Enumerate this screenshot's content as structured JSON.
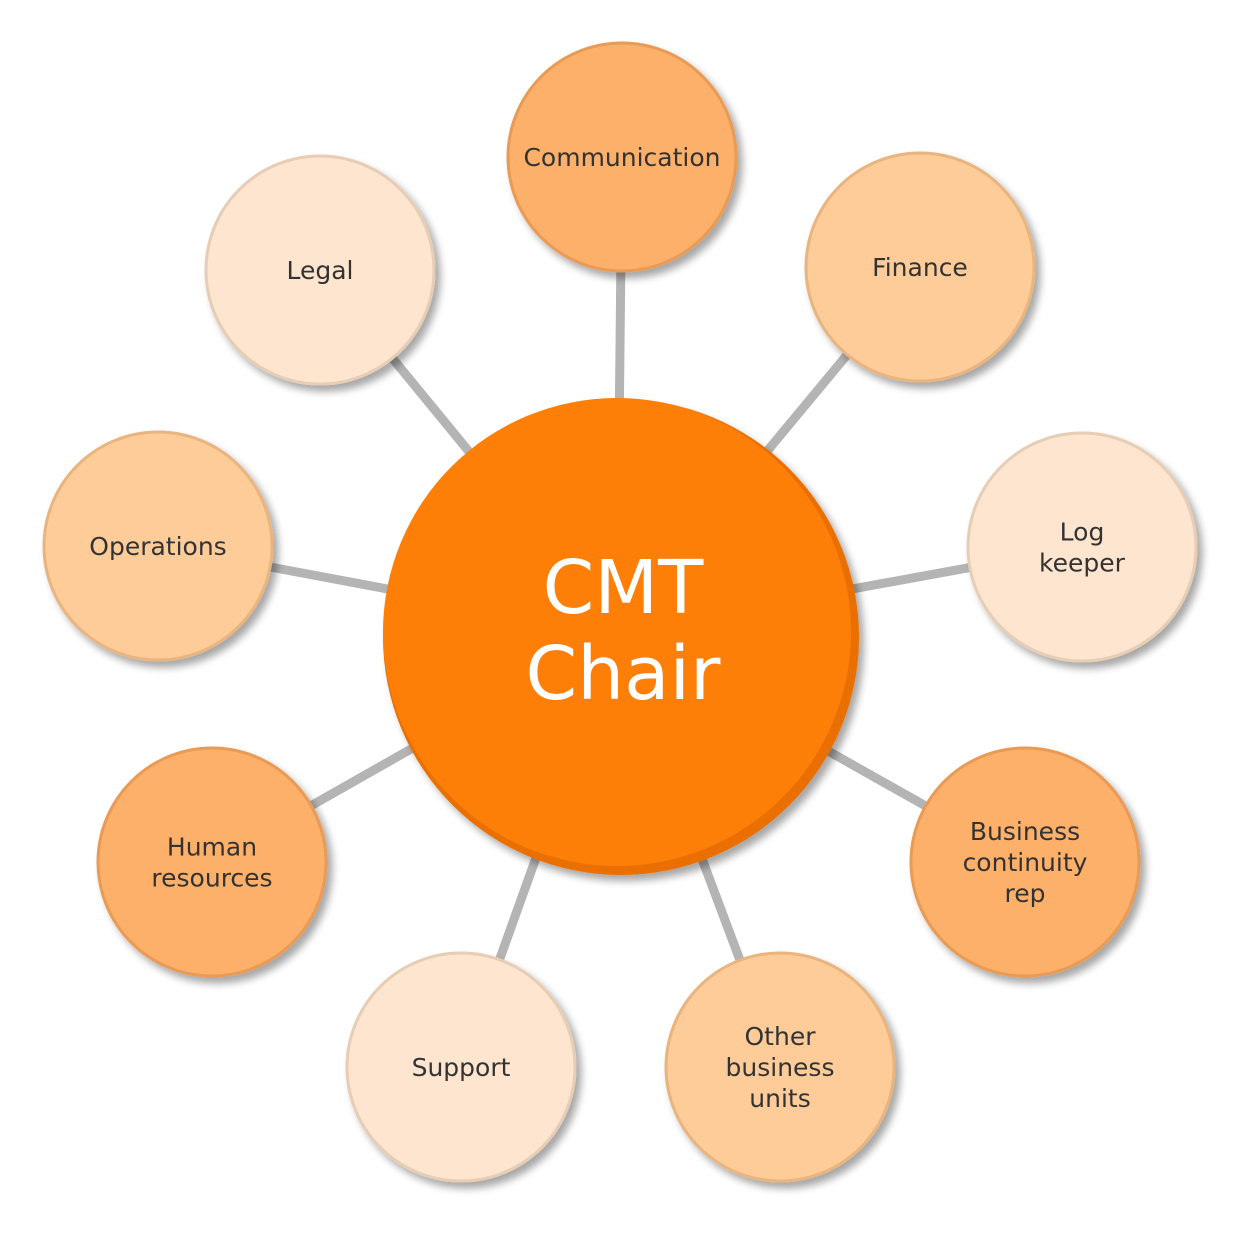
{
  "colors": {
    "connector": "#b4b4b4",
    "center_fill": "#fd7f08",
    "center_rim": "#e96f00",
    "shade_dark": "#fdb069",
    "shade_medium": "#fdcc99",
    "shade_light": "#fde5cf",
    "label_text": "#333333",
    "center_text": "#ffffff"
  },
  "center": {
    "lines": [
      "CMT",
      "Chair"
    ]
  },
  "nodes": [
    {
      "id": "communication",
      "lines": [
        "Communication"
      ],
      "shade": "dark"
    },
    {
      "id": "finance",
      "lines": [
        "Finance"
      ],
      "shade": "medium"
    },
    {
      "id": "log-keeper",
      "lines": [
        "Log",
        "keeper"
      ],
      "shade": "light"
    },
    {
      "id": "business-continuity-rep",
      "lines": [
        "Business",
        "continuity",
        "rep"
      ],
      "shade": "dark"
    },
    {
      "id": "other-business-units",
      "lines": [
        "Other",
        "business",
        "units"
      ],
      "shade": "medium"
    },
    {
      "id": "support",
      "lines": [
        "Support"
      ],
      "shade": "light"
    },
    {
      "id": "human-resources",
      "lines": [
        "Human",
        "resources"
      ],
      "shade": "dark"
    },
    {
      "id": "operations",
      "lines": [
        "Operations"
      ],
      "shade": "medium"
    },
    {
      "id": "legal",
      "lines": [
        "Legal"
      ],
      "shade": "light"
    }
  ]
}
